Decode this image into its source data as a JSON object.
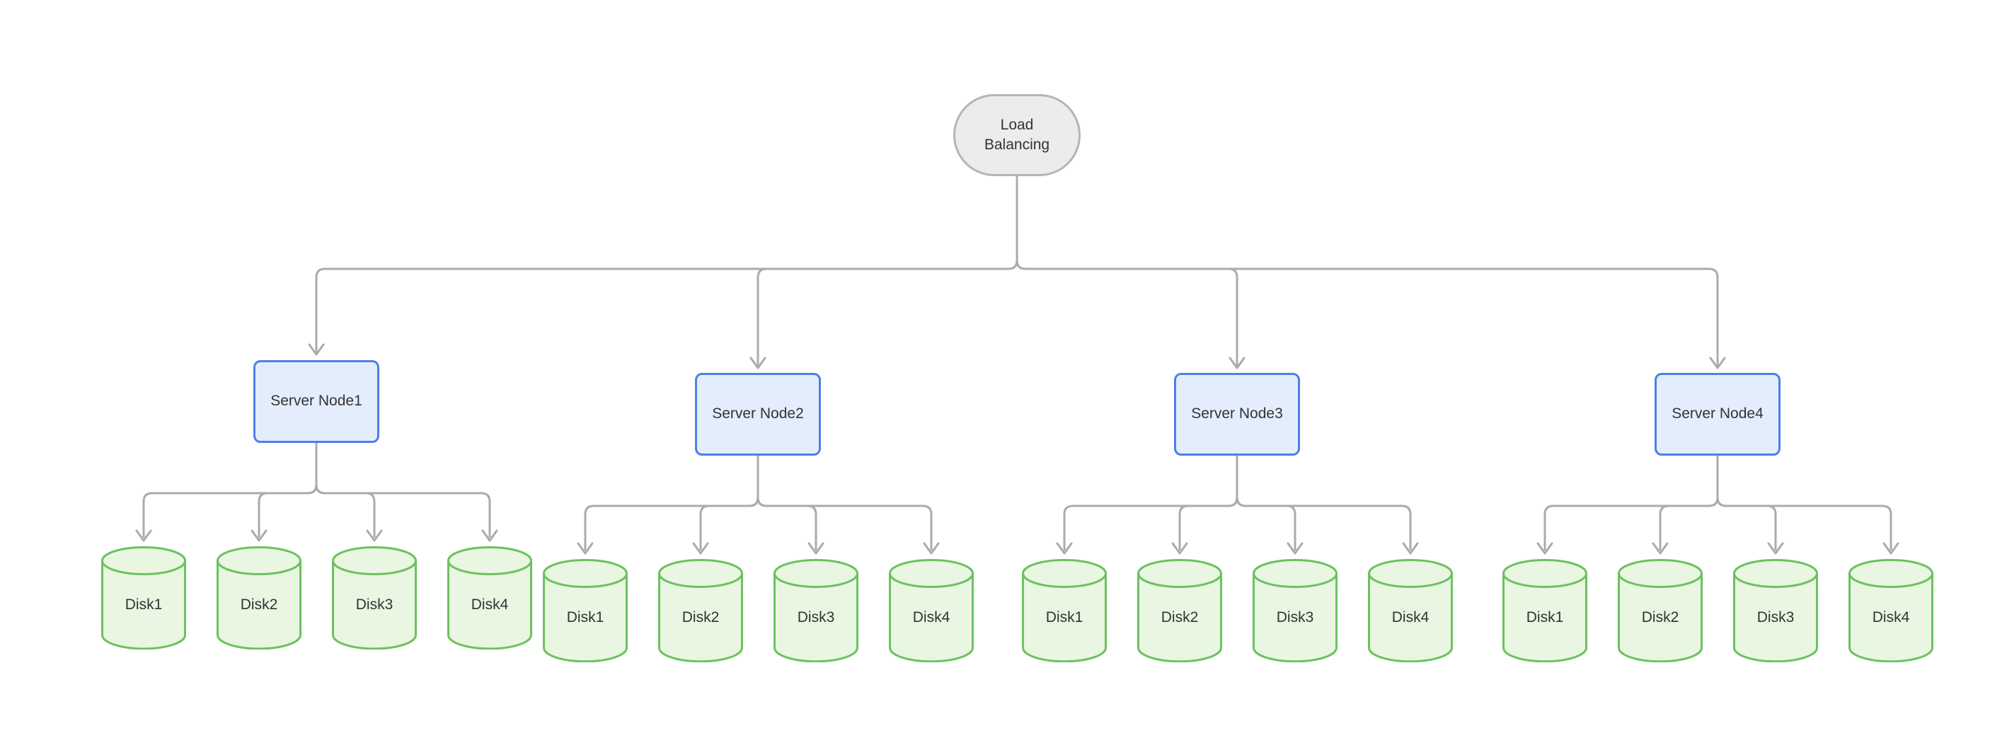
{
  "root": {
    "label": "Load Balancing"
  },
  "servers": [
    {
      "label": "Server Node1",
      "disks": [
        "Disk1",
        "Disk2",
        "Disk3",
        "Disk4"
      ]
    },
    {
      "label": "Server Node2",
      "disks": [
        "Disk1",
        "Disk2",
        "Disk3",
        "Disk4"
      ]
    },
    {
      "label": "Server Node3",
      "disks": [
        "Disk1",
        "Disk2",
        "Disk3",
        "Disk4"
      ]
    },
    {
      "label": "Server Node4",
      "disks": [
        "Disk1",
        "Disk2",
        "Disk3",
        "Disk4"
      ]
    }
  ],
  "colors": {
    "canvas_bg": "#ffffff",
    "edge": "#ababab",
    "text": "#333333",
    "root_fill": "#ececec",
    "root_stroke": "#b5b5b5",
    "server_fill": "#e4edfc",
    "server_stroke": "#4e7fe9",
    "disk_fill": "#e9f6e2",
    "disk_stroke": "#6cc25e"
  }
}
